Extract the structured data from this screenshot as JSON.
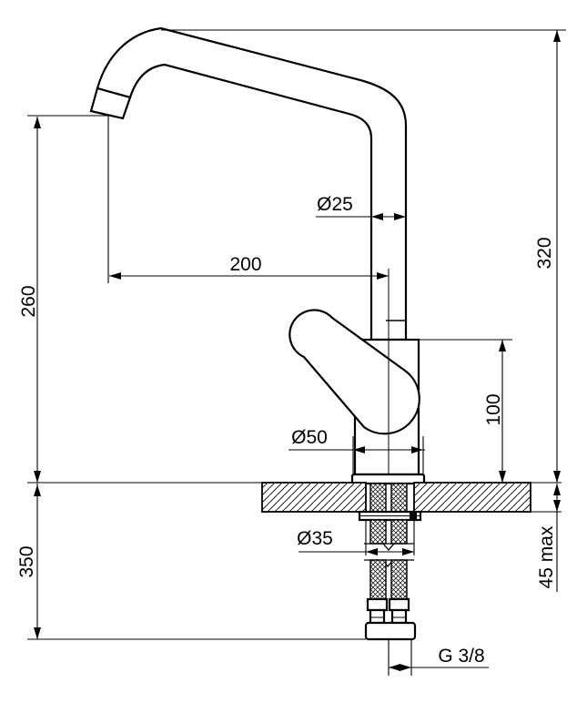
{
  "drawing": {
    "subject": "kitchen-mixer-tap-installation-diagram",
    "colors": {
      "line": "#000000",
      "background": "#ffffff"
    },
    "labels": {
      "spout_height": "260",
      "spout_reach": "200",
      "spout_diameter": "Ø25",
      "overall_height": "320",
      "body_height": "100",
      "base_diameter": "Ø50",
      "hole_diameter": "Ø35",
      "hose_drop": "350",
      "counter_thickness": "45 max",
      "thread": "G 3/8"
    }
  }
}
